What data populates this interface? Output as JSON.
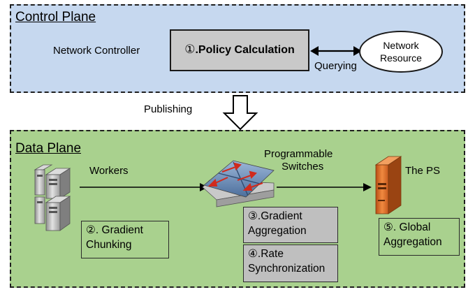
{
  "control_plane": {
    "title": "Control Plane",
    "controller_label": "Network Controller",
    "policy_box": {
      "num": "①",
      "label": ".Policy Calculation"
    },
    "querying_label": "Querying",
    "resource": {
      "line1": "Network",
      "line2": "Resource"
    }
  },
  "publishing_label": "Publishing",
  "data_plane": {
    "title": "Data Plane",
    "workers_label": "Workers",
    "switches_label": {
      "line1": "Programmable",
      "line2": "Switches"
    },
    "ps_label": "The PS",
    "chunking": {
      "line1": "②. Gradient",
      "line2": "Chunking"
    },
    "aggregation": {
      "line1": "③.Gradient",
      "line2": "Aggregation"
    },
    "rate_sync": {
      "line1": "④.Rate",
      "line2": "Synchronization"
    },
    "global_agg": {
      "line1": "⑤. Global",
      "line2": "Aggregation"
    }
  },
  "colors": {
    "control_bg": "#c6d8ef",
    "data_bg": "#a9d18e",
    "policy_box_bg": "#c9c9c9",
    "gray_box_bg": "#bfbfbf",
    "green_box_bg": "#a9d18e",
    "server_gray": "#b7b7b7",
    "ps_orange": "#e0702a"
  },
  "icons": [
    "server-stack-icon",
    "switch-icon",
    "server-icon",
    "bidirectional-arrow-icon",
    "hollow-down-arrow-icon"
  ]
}
